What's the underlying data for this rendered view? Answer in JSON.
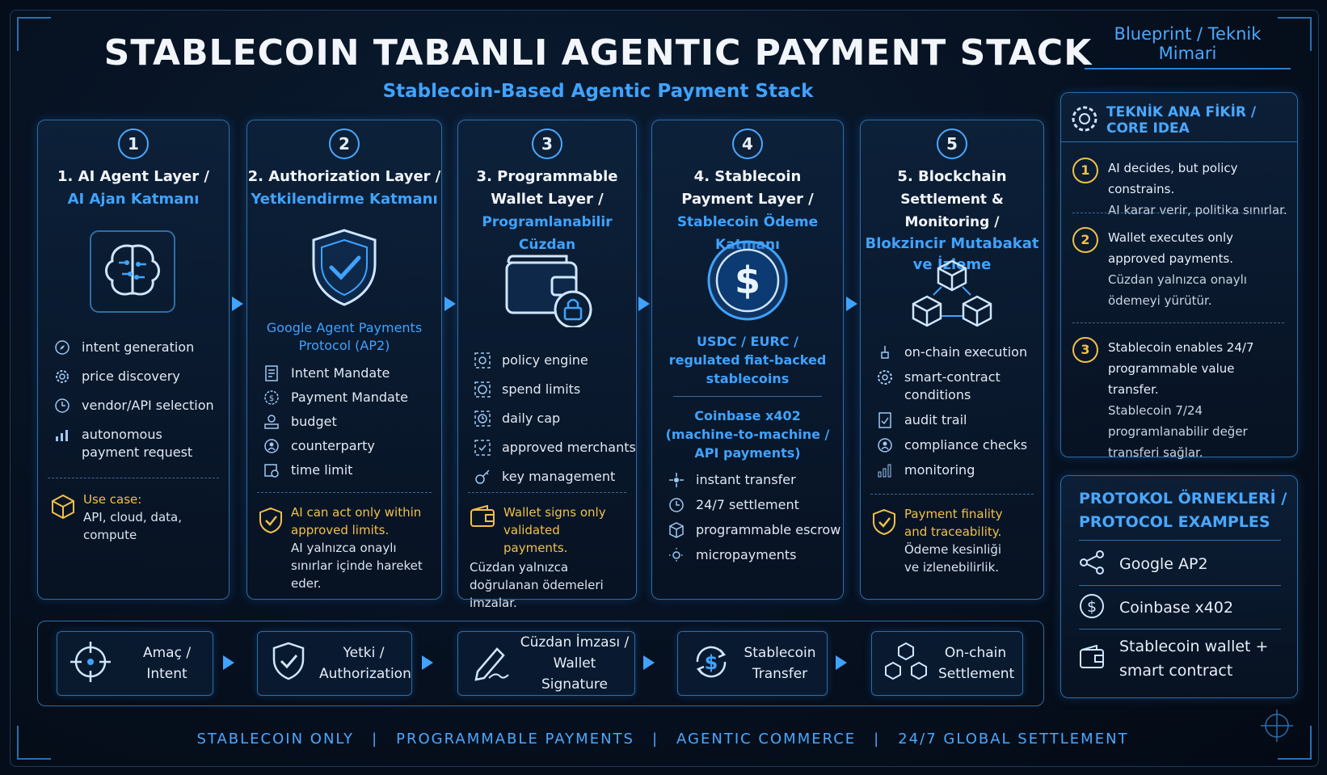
{
  "header": {
    "title": "STABLECOIN TABANLI AGENTIC PAYMENT STACK",
    "subtitle": "Stablecoin-Based Agentic Payment Stack",
    "blueprint": "Blueprint / Teknik Mimari"
  },
  "layers": [
    {
      "num": "1",
      "title": "1. AI Agent Layer /",
      "title_tr": "AI Ajan Katmanı",
      "items": [
        "intent generation",
        "price discovery",
        "vendor/API selection",
        "autonomous payment request"
      ],
      "note_label": "Use case:",
      "note_text": "API, cloud, data, compute",
      "icon": "brain-icon"
    },
    {
      "num": "2",
      "title": "2. Authorization Layer /",
      "title_tr": "Yetkilendirme Katmanı",
      "protocol": "Google Agent Payments Protocol (AP2)",
      "items": [
        "Intent Mandate",
        "Payment Mandate",
        "budget",
        "counterparty",
        "time limit"
      ],
      "note_en": "AI can act only within approved limits.",
      "note_tr": "AI yalnızca onaylı sınırlar içinde hareket eder.",
      "icon": "shield-check-icon"
    },
    {
      "num": "3",
      "title_l1": "3. Programmable",
      "title_l2": "Wallet Layer /",
      "title_tr": "Programlanabilir Cüzdan",
      "items": [
        "policy engine",
        "spend limits",
        "daily cap",
        "approved merchants",
        "key management"
      ],
      "note_en": "Wallet signs only validated payments.",
      "note_tr": "Cüzdan yalnızca doğrulanan ödemeleri imzalar.",
      "icon": "wallet-lock-icon"
    },
    {
      "num": "4",
      "title_l1": "4. Stablecoin",
      "title_l2": "Payment Layer /",
      "title_tr": "Stablecoin Ödeme Katmanı",
      "coins": "USDC / EURC / regulated fiat-backed stablecoins",
      "x402": "Coinbase x402 (machine-to-machine / API payments)",
      "items": [
        "instant transfer",
        "24/7 settlement",
        "programmable escrow",
        "micropayments"
      ],
      "icon": "dollar-coin-icon"
    },
    {
      "num": "5",
      "title_l1": "5. Blockchain",
      "title_l2": "Settlement & Monitoring /",
      "title_tr1": "Blokzincir Mutabakat",
      "title_tr2": "ve İzleme",
      "items": [
        "on-chain execution",
        "smart-contract conditions",
        "audit trail",
        "compliance checks",
        "monitoring"
      ],
      "note_en": "Payment finality and traceability.",
      "note_tr": "Ödeme kesinliği ve izlenebilirlik.",
      "icon": "blocks-icon"
    }
  ],
  "core_idea": {
    "title": "TEKNİK ANA FİKİR / CORE IDEA",
    "points": [
      {
        "num": "1",
        "en": "AI decides, but policy constrains.",
        "tr": "AI karar verir, politika sınırlar."
      },
      {
        "num": "2",
        "en": "Wallet executes only approved payments.",
        "tr": "Cüzdan yalnızca onaylı ödemeyi yürütür."
      },
      {
        "num": "3",
        "en": "Stablecoin enables 24/7 programmable value transfer.",
        "tr": "Stablecoin 7/24 programlanabilir değer transferi sağlar."
      }
    ]
  },
  "protocols": {
    "title_l1": "PROTOKOL ÖRNEKLERİ /",
    "title_l2": "PROTOCOL EXAMPLES",
    "items": [
      "Google AP2",
      "Coinbase x402",
      "Stablecoin wallet + smart contract"
    ]
  },
  "flow": [
    {
      "label": "Amaç / Intent",
      "icon": "target-icon"
    },
    {
      "label": "Yetki / Authorization",
      "icon": "shield-check-icon"
    },
    {
      "label": "Cüzdan İmzası / Wallet Signature",
      "icon": "pen-sign-icon"
    },
    {
      "label": "Stablecoin Transfer",
      "icon": "dollar-cycle-icon"
    },
    {
      "label": "On-chain Settlement",
      "icon": "blocks-icon"
    }
  ],
  "footer": [
    "STABLECOIN ONLY",
    "PROGRAMMABLE PAYMENTS",
    "AGENTIC COMMERCE",
    "24/7 GLOBAL SETTLEMENT"
  ],
  "colors": {
    "accent": "#3fa3ff",
    "highlight": "#f1c04a",
    "background": "#050d1a"
  }
}
